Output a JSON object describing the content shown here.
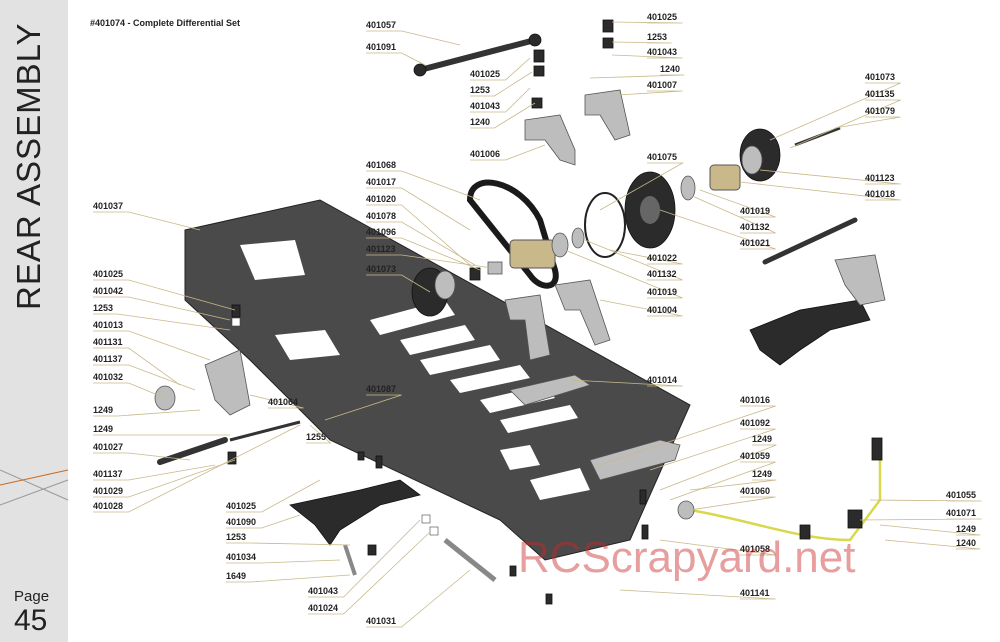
{
  "sidebar": {
    "title": "REAR ASSEMBLY",
    "page_label": "Page",
    "page_number": "45"
  },
  "header": {
    "set_title": "#401074 - Complete Differential Set"
  },
  "watermark": "RCScrapyard.net",
  "colors": {
    "sidebar_bg": "#e2e2e2",
    "leader": "#c8b98a",
    "chassis": "#4a4a4a",
    "stripe": "#c86a1e",
    "cable": "#d8d84a"
  },
  "labels": [
    "401057",
    "401091",
    "401025",
    "1253",
    "401043",
    "1240",
    "401025",
    "1253",
    "401043",
    "1240",
    "401007",
    "401006",
    "401073",
    "401135",
    "401079",
    "401123",
    "401018",
    "401068",
    "401017",
    "401020",
    "401078",
    "401096",
    "401123",
    "401073",
    "401075",
    "401019",
    "401132",
    "401021",
    "401022",
    "401132",
    "401019",
    "401004",
    "401037",
    "401025",
    "401042",
    "1253",
    "401013",
    "401131",
    "401137",
    "401032",
    "401064",
    "401087",
    "401014",
    "1249",
    "1249",
    "1255",
    "401027",
    "401137",
    "401029",
    "401028",
    "401016",
    "401092",
    "1249",
    "401059",
    "1249",
    "401060",
    "401025",
    "401090",
    "1253",
    "401034",
    "1649",
    "401043",
    "401024",
    "401031",
    "401055",
    "401071",
    "1249",
    "1240",
    "401058",
    "401141"
  ]
}
